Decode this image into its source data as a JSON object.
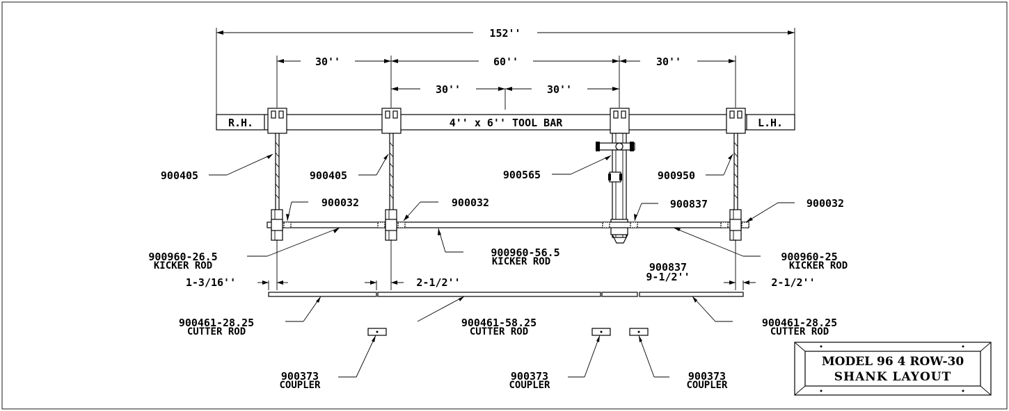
{
  "drawing": {
    "overall_dim": "152''",
    "dim_30_left": "30''",
    "dim_60": "60''",
    "dim_30_right": "30''",
    "dim_30_center_left": "30''",
    "dim_30_center_right": "30''",
    "rh_label": "R.H.",
    "lh_label": "L.H.",
    "toolbar_label": "4'' x 6'' TOOL BAR",
    "shank_1": "900405",
    "shank_2": "900405",
    "shank_3": "900565",
    "shank_4": "900950",
    "clamp_1": "900032",
    "clamp_2": "900032",
    "clamp_3": "900837",
    "clamp_4": "900032",
    "kicker_1_part": "900960-26.5",
    "kicker_2_part": "900960-56.5",
    "kicker_3_part": "900960-25",
    "kicker_label": "KICKER ROD",
    "gap_1": "1-3/16''",
    "gap_2": "2-1/2''",
    "gap_3_part": "900837",
    "gap_3": "9-1/2''",
    "gap_4": "2-1/2''",
    "cutter_1_part": "900461-28.25",
    "cutter_2_part": "900461-58.25",
    "cutter_3_part": "900461-28.25",
    "cutter_label": "CUTTER ROD",
    "coupler_part": "900373",
    "coupler_label": "COUPLER"
  },
  "title_block": {
    "line1": "MODEL 96 4 ROW-30",
    "line2": "SHANK LAYOUT"
  }
}
